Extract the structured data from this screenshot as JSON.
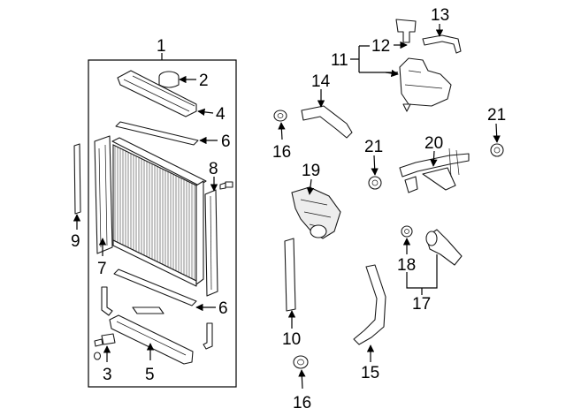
{
  "callouts": {
    "c1": "1",
    "c2": "2",
    "c3": "3",
    "c4": "4",
    "c5": "5",
    "c6a": "6",
    "c6b": "6",
    "c7": "7",
    "c8": "8",
    "c9": "9",
    "c10": "10",
    "c11": "11",
    "c12": "12",
    "c13": "13",
    "c14": "14",
    "c15": "15",
    "c16a": "16",
    "c16b": "16",
    "c17": "17",
    "c18": "18",
    "c19": "19",
    "c20": "20",
    "c21a": "21",
    "c21b": "21"
  }
}
